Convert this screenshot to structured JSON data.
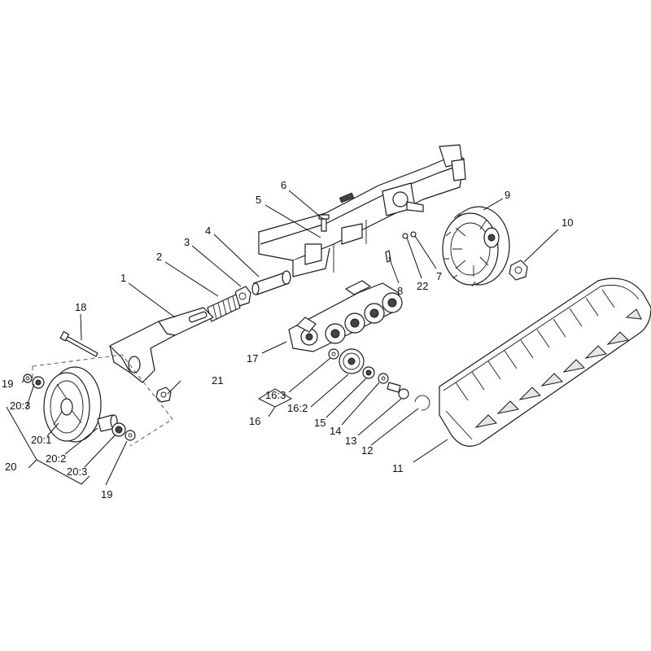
{
  "callouts": {
    "c1": "1",
    "c2": "2",
    "c3": "3",
    "c4": "4",
    "c5": "5",
    "c6": "6",
    "c7": "7",
    "c8": "8",
    "c9": "9",
    "c10": "10",
    "c11": "11",
    "c12": "12",
    "c13": "13",
    "c14": "14",
    "c15": "15",
    "c16": "16",
    "c16_2": "16:2",
    "c16_3": "16:3",
    "c17": "17",
    "c18": "18",
    "c19a": "19",
    "c19b": "19",
    "c20": "20",
    "c20_1": "20:1",
    "c20_2": "20:2",
    "c20_3a": "20:3",
    "c20_3b": "20:3",
    "c21": "21",
    "c22": "22"
  }
}
